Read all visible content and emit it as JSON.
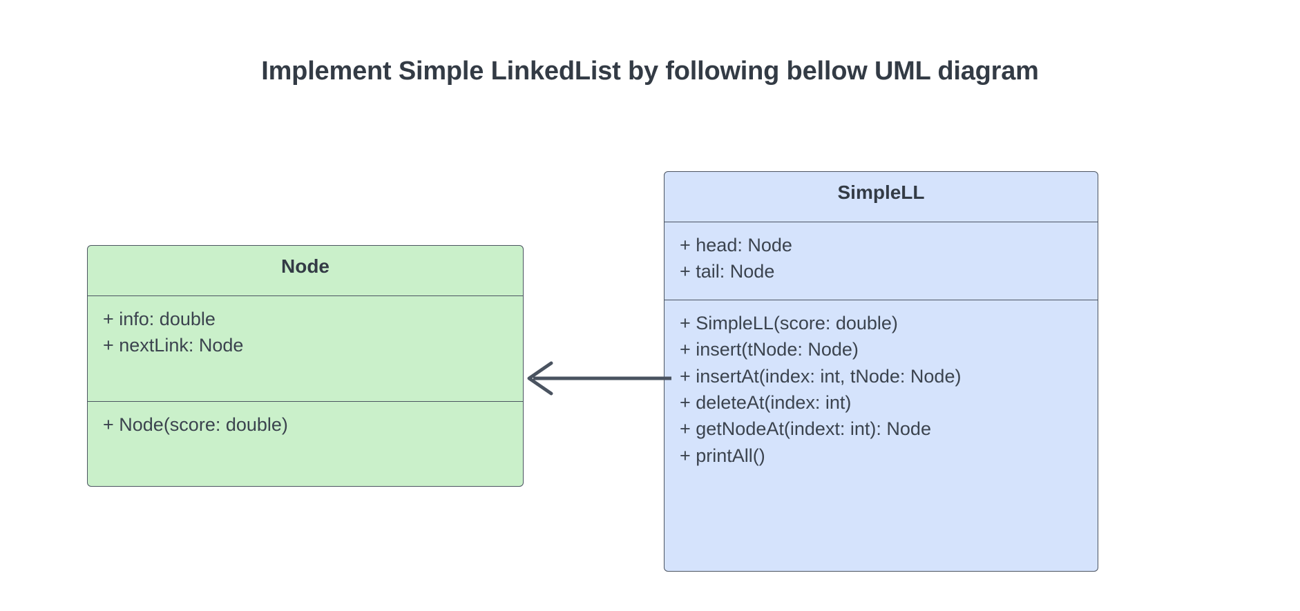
{
  "page": {
    "title": "Implement Simple LinkedList by following bellow UML diagram",
    "background_color": "#ffffff",
    "text_color": "#333b45"
  },
  "diagram": {
    "type": "uml-class-diagram",
    "classes": [
      {
        "id": "node",
        "name": "Node",
        "fill_color": "#caf0ca",
        "border_color": "#4a5360",
        "attributes": [
          "+ info: double",
          "+ nextLink: Node"
        ],
        "methods": [
          "+ Node(score: double)"
        ]
      },
      {
        "id": "simplell",
        "name": "SimpleLL",
        "fill_color": "#d5e3fc",
        "border_color": "#4a5360",
        "attributes": [
          "+ head: Node",
          "+ tail: Node"
        ],
        "methods": [
          "+ SimpleLL(score: double)",
          "+ insert(tNode: Node)",
          "+ insertAt(index: int, tNode: Node)",
          "+ deleteAt(index: int)",
          "+ getNodeAt(indext: int): Node",
          "+ printAll()"
        ]
      }
    ],
    "relationships": [
      {
        "from": "simplell",
        "to": "node",
        "style": "association-arrow",
        "direction": "left",
        "label": "",
        "color": "#4a5360"
      }
    ]
  }
}
